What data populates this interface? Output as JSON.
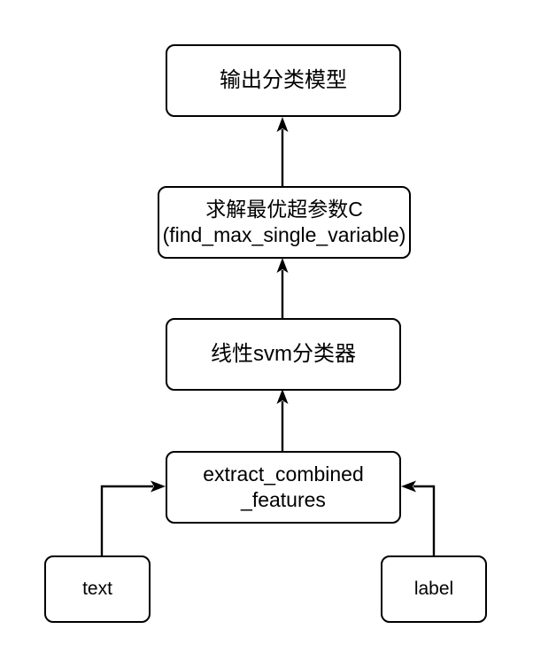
{
  "diagram": {
    "title": "SVM text classification pipeline flowchart",
    "background_color": "#ffffff",
    "stroke_color": "#000000",
    "node_fill_color": "#ffffff",
    "nodes": [
      {
        "id": "output-model",
        "label": "输出分类模型"
      },
      {
        "id": "find-c",
        "label": "求解最优超参数C\n(find_max_single_variable)"
      },
      {
        "id": "linear-svm",
        "label": "线性svm分类器"
      },
      {
        "id": "extract-features",
        "label": "extract_combined\n_features"
      },
      {
        "id": "text",
        "label": "text"
      },
      {
        "id": "label",
        "label": "label"
      }
    ],
    "edges": [
      {
        "id": "extract-to-svm",
        "from": "extract-features",
        "to": "linear-svm",
        "direction": "up"
      },
      {
        "id": "svm-to-findc",
        "from": "linear-svm",
        "to": "find-c",
        "direction": "up"
      },
      {
        "id": "findc-to-output",
        "from": "find-c",
        "to": "output-model",
        "direction": "up"
      },
      {
        "id": "text-to-extract",
        "from": "text",
        "to": "extract-features",
        "direction": "right"
      },
      {
        "id": "label-to-extract",
        "from": "label",
        "to": "extract-features",
        "direction": "left"
      }
    ]
  }
}
